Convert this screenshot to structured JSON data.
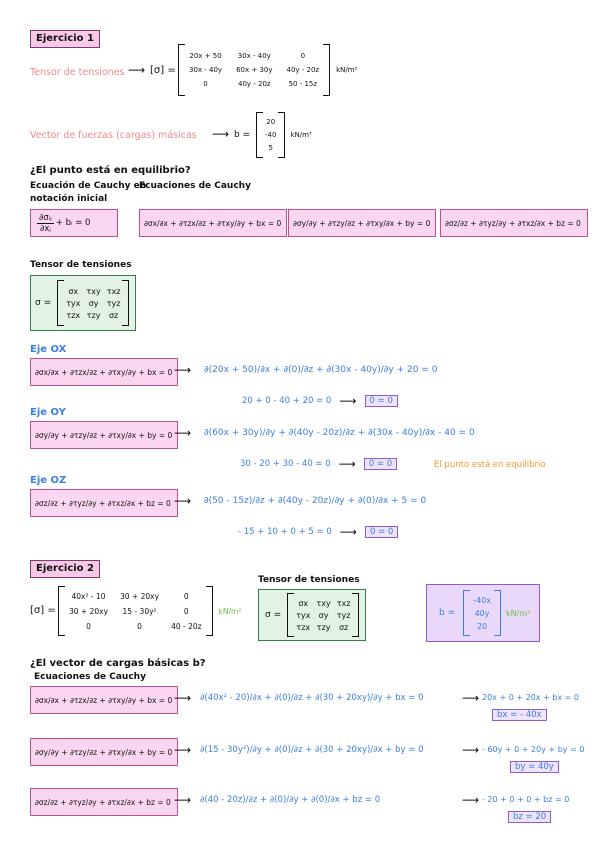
{
  "ex1": {
    "label": "Ejercicio 1",
    "stress_label": "Tensor de tensiones",
    "sigma_sym": "[σ] =",
    "stress_matrix": [
      "20x + 50",
      "30x - 40y",
      "0",
      "30x - 40y",
      "60x + 30y",
      "40y - 20z",
      "0",
      "40y - 20z",
      "50 - 15z"
    ],
    "stress_units": "kN/m²",
    "force_label": "Vector de fuerzas (cargas) másicas",
    "b_sym": "b =",
    "force_vector": [
      "20",
      "-40",
      "5"
    ],
    "force_units": "kN/m³",
    "question": "¿El punto está en equilibrio?",
    "cauchy_initial_1": "Ecuación de Cauchy en",
    "cauchy_initial_2": "notación inicial",
    "cauchy_title": "Ecuaciones de Cauchy",
    "eq_initial": "+ bᵢ = 0",
    "eq_x": "∂σx/∂x + ∂τzx/∂z + ∂τxy/∂y + bx = 0",
    "eq_y": "∂σy/∂y + ∂τzy/∂z + ∂τxy/∂x + by = 0",
    "eq_z": "∂σz/∂z + ∂τyz/∂y + ∂τxz/∂x + bz = 0",
    "tensor_title": "Tensor de tensiones",
    "sigma_plain": "σ =",
    "tensor_symbols": [
      "σx",
      "τxy",
      "τxz",
      "τyx",
      "σy",
      "τyz",
      "τzx",
      "τzy",
      "σz"
    ],
    "ejeox": "Eje OX",
    "ejeoy": "Eje OY",
    "ejeoz": "Eje OZ",
    "ox_sub": "∂(20x + 50)/∂x + ∂(0)/∂z + ∂(30x - 40y)/∂y + 20 = 0",
    "ox_calc": "20 + 0 - 40 + 20 = 0",
    "ox_res": "0 = 0",
    "oy_sub": "∂(60x + 30y)/∂y + ∂(40y - 20z)/∂z + ∂(30x - 40y)/∂x - 40 = 0",
    "oy_calc": "30 - 20 + 30 - 40 = 0",
    "oy_res": "0 = 0",
    "oz_sub": "∂(50 - 15z)/∂z + ∂(40y - 20z)/∂y + ∂(0)/∂x + 5 = 0",
    "oz_calc": "- 15 + 10 + 0 + 5 = 0",
    "oz_res": "0 = 0",
    "conclusion": "El punto está en equilibrio"
  },
  "ex2": {
    "label": "Ejercicio 2",
    "sigma_sym": "[σ] =",
    "stress_matrix": [
      "40x² - 10",
      "30 + 20xy",
      "0",
      "30 + 20xy",
      "15 - 30y²",
      "0",
      "0",
      "0",
      "40 - 20z"
    ],
    "stress_units": "kN/m²",
    "tensor_title": "Tensor de tensiones",
    "sigma_plain": "σ =",
    "tensor_symbols": [
      "σx",
      "τxy",
      "τxz",
      "τyx",
      "σy",
      "τyz",
      "τzx",
      "τzy",
      "σz"
    ],
    "b_sym": "b =",
    "b_vector": [
      "-40x",
      "40y",
      "20"
    ],
    "b_units": "kN/m³",
    "question": "¿El vector de cargas básicas b?",
    "cauchy_title": "Ecuaciones de Cauchy",
    "x_sub": "∂(40x² - 20)/∂x + ∂(0)/∂z + ∂(30 + 20xy)/∂y + bx = 0",
    "x_calc": "20x + 0 + 20x + bx = 0",
    "x_res": "bx = - 40x",
    "y_sub": "∂(15 - 30y²)/∂y + ∂(0)/∂z + ∂(30 + 20xy)/∂x + by = 0",
    "y_calc": "- 60y + 0 + 20y + by = 0",
    "y_res": "by = 40y",
    "z_sub": "∂(40 - 20z)/∂z + ∂(0)/∂y + ∂(0)/∂x + bz = 0",
    "z_calc": "- 20 + 0 + 0 + bz = 0",
    "z_res": "bz = 20"
  }
}
